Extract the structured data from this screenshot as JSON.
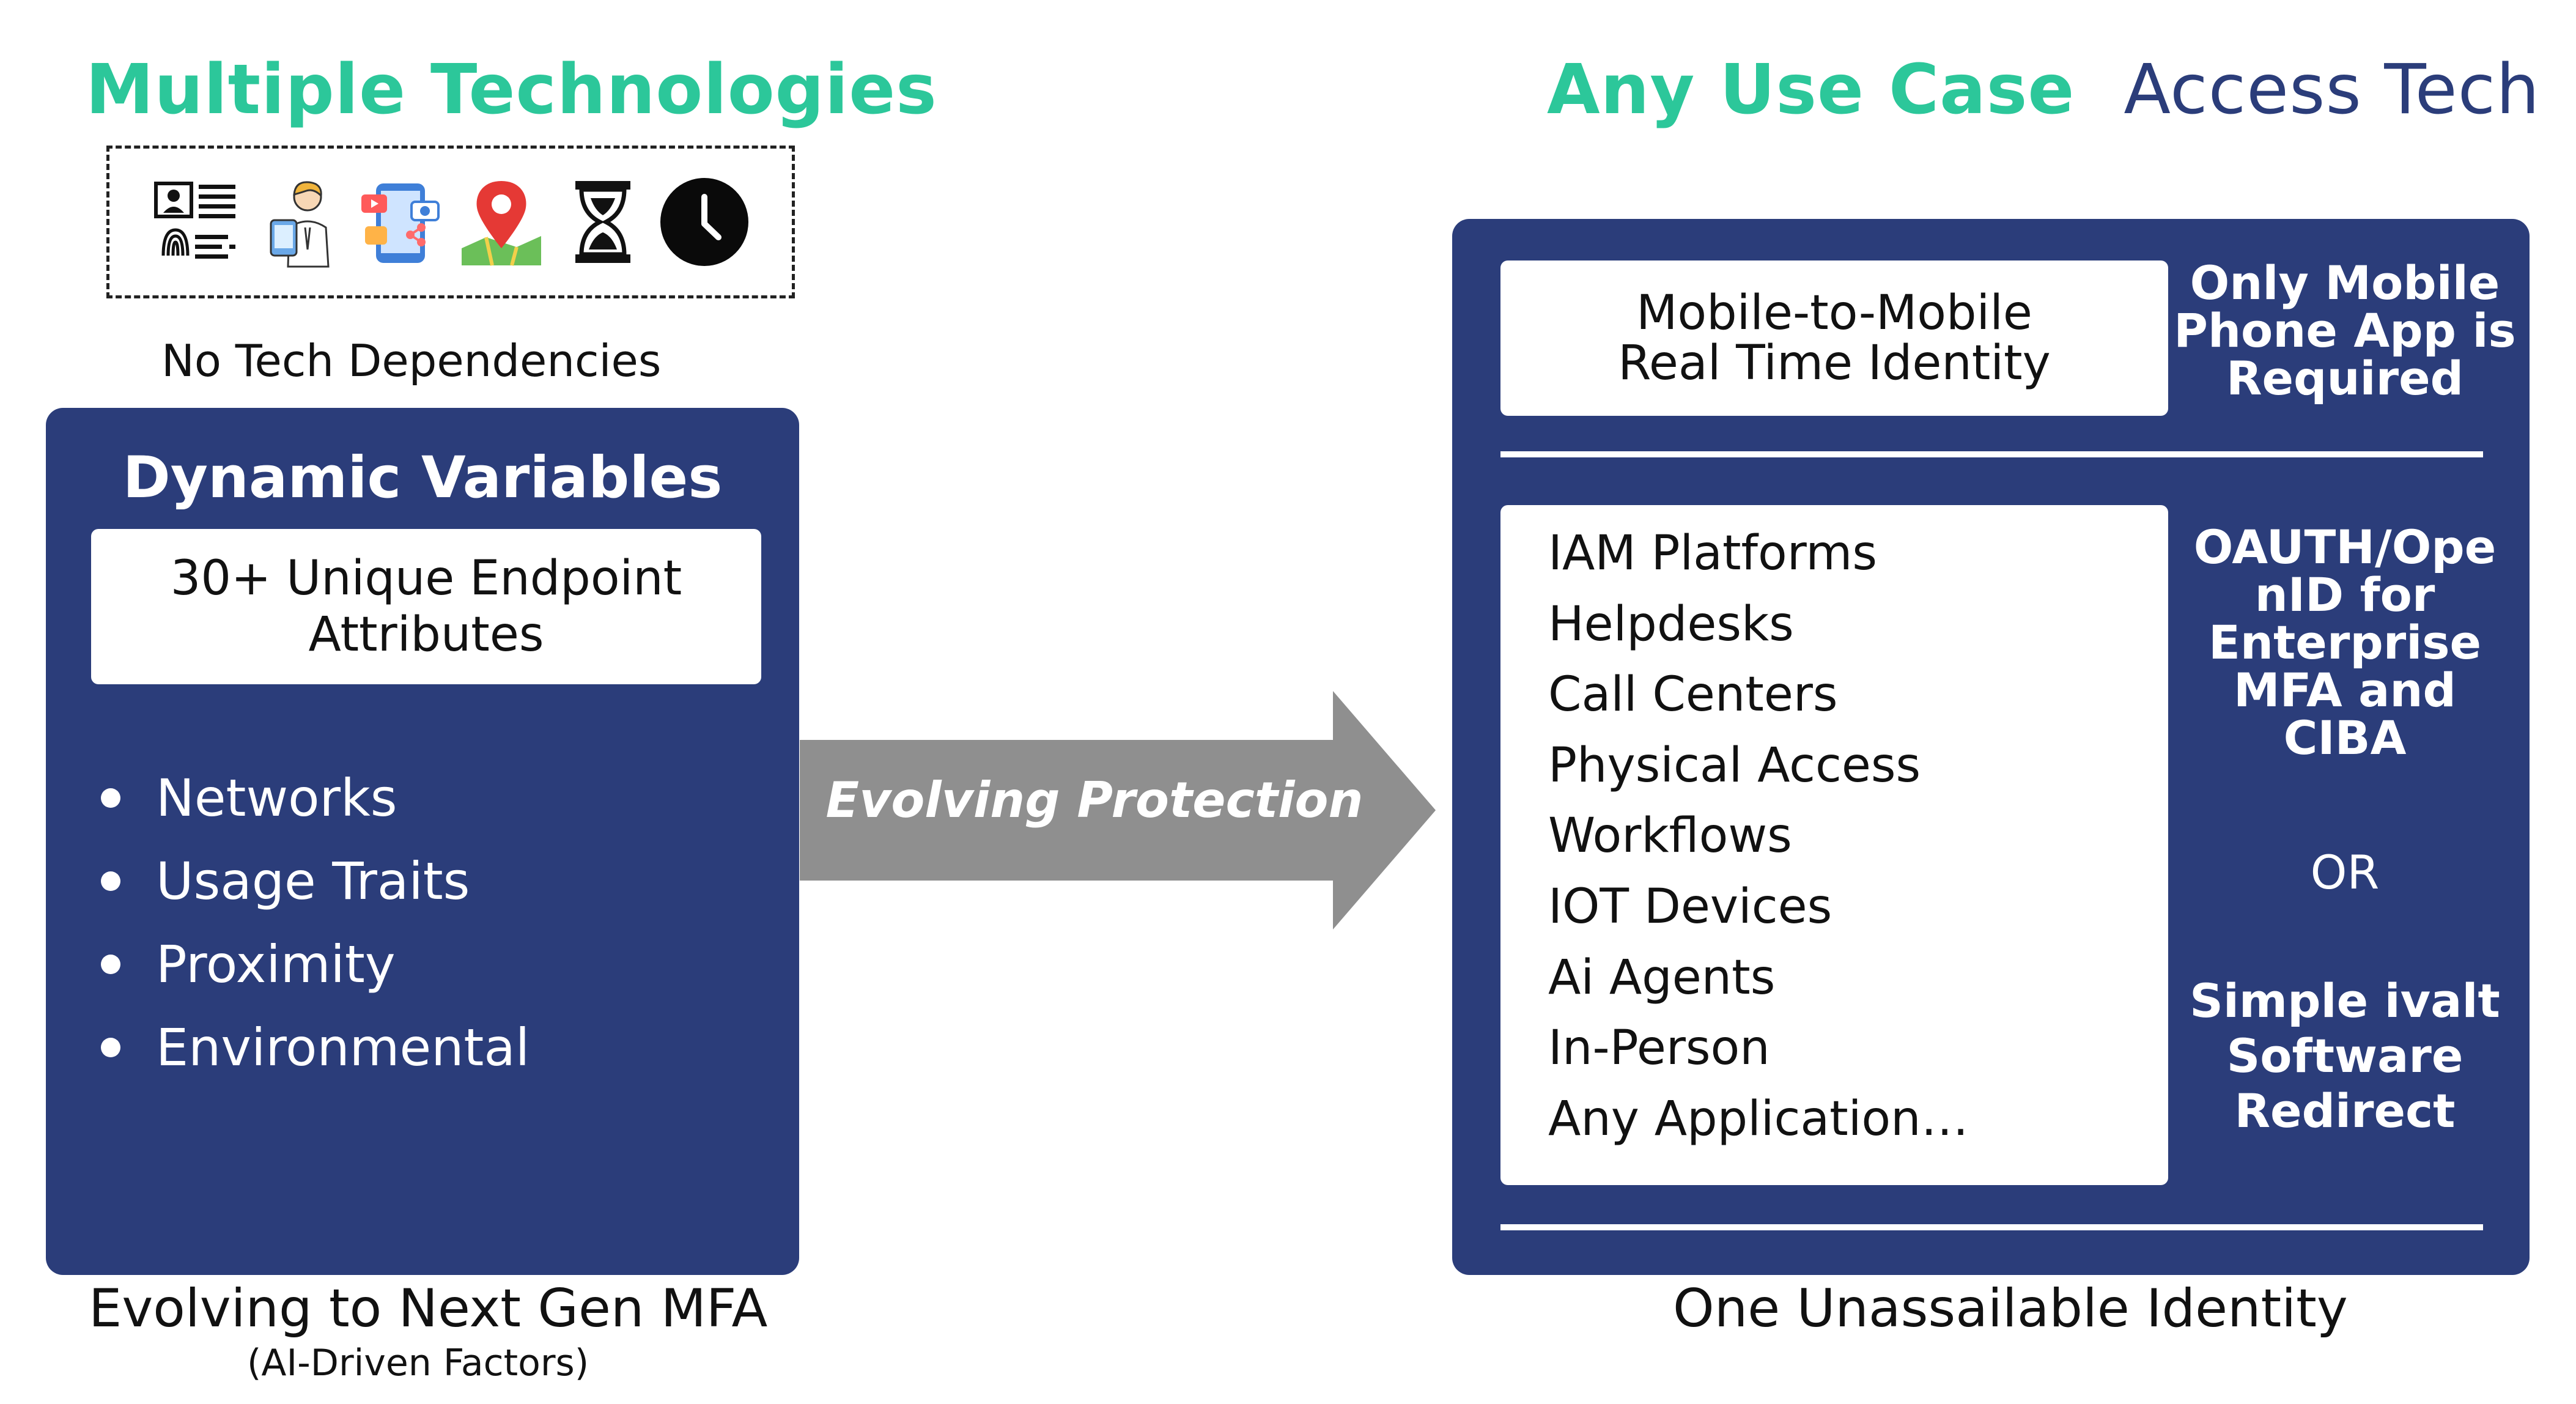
{
  "left": {
    "title": "Multiple Technologies",
    "icons": [
      "id-card-fingerprint-icon",
      "person-with-phone-icon",
      "mobile-apps-icon",
      "map-pin-icon",
      "hourglass-icon",
      "clock-icon"
    ],
    "dependency_caption": "No Tech Dependencies",
    "panel_title": "Dynamic Variables",
    "endpoint_line1": "30+ Unique Endpoint",
    "endpoint_line2": "Attributes",
    "bullets": [
      "Networks",
      "Usage Traits",
      "Proximity",
      "Environmental"
    ],
    "footer_title": "Evolving to Next Gen MFA",
    "footer_subtitle": "(AI-Driven Factors)"
  },
  "arrow": {
    "label": "Evolving Protection"
  },
  "right": {
    "title_green": "Any Use Case",
    "title_navy": "Access Tech",
    "m2m_line1": "Mobile-to-Mobile",
    "m2m_line2": "Real Time Identity",
    "mobile_note": [
      "Only Mobile",
      "Phone App is",
      "Required"
    ],
    "use_cases": [
      "IAM Platforms",
      "Helpdesks",
      "Call Centers",
      "Physical Access",
      "Workflows",
      "IOT Devices",
      "Ai Agents",
      "In-Person",
      "Any Application…"
    ],
    "oauth_note": [
      "OAUTH/Ope",
      "nID for",
      "Enterprise",
      "MFA and",
      "CIBA"
    ],
    "or_text": "OR",
    "redirect_note": [
      "Simple ivalt",
      "Software",
      "Redirect"
    ],
    "footer_title": "One Unassailable Identity"
  },
  "colors": {
    "navy": "#2b3d7a",
    "green": "#2cc79a",
    "arrow_gray": "#8f8f8f"
  }
}
